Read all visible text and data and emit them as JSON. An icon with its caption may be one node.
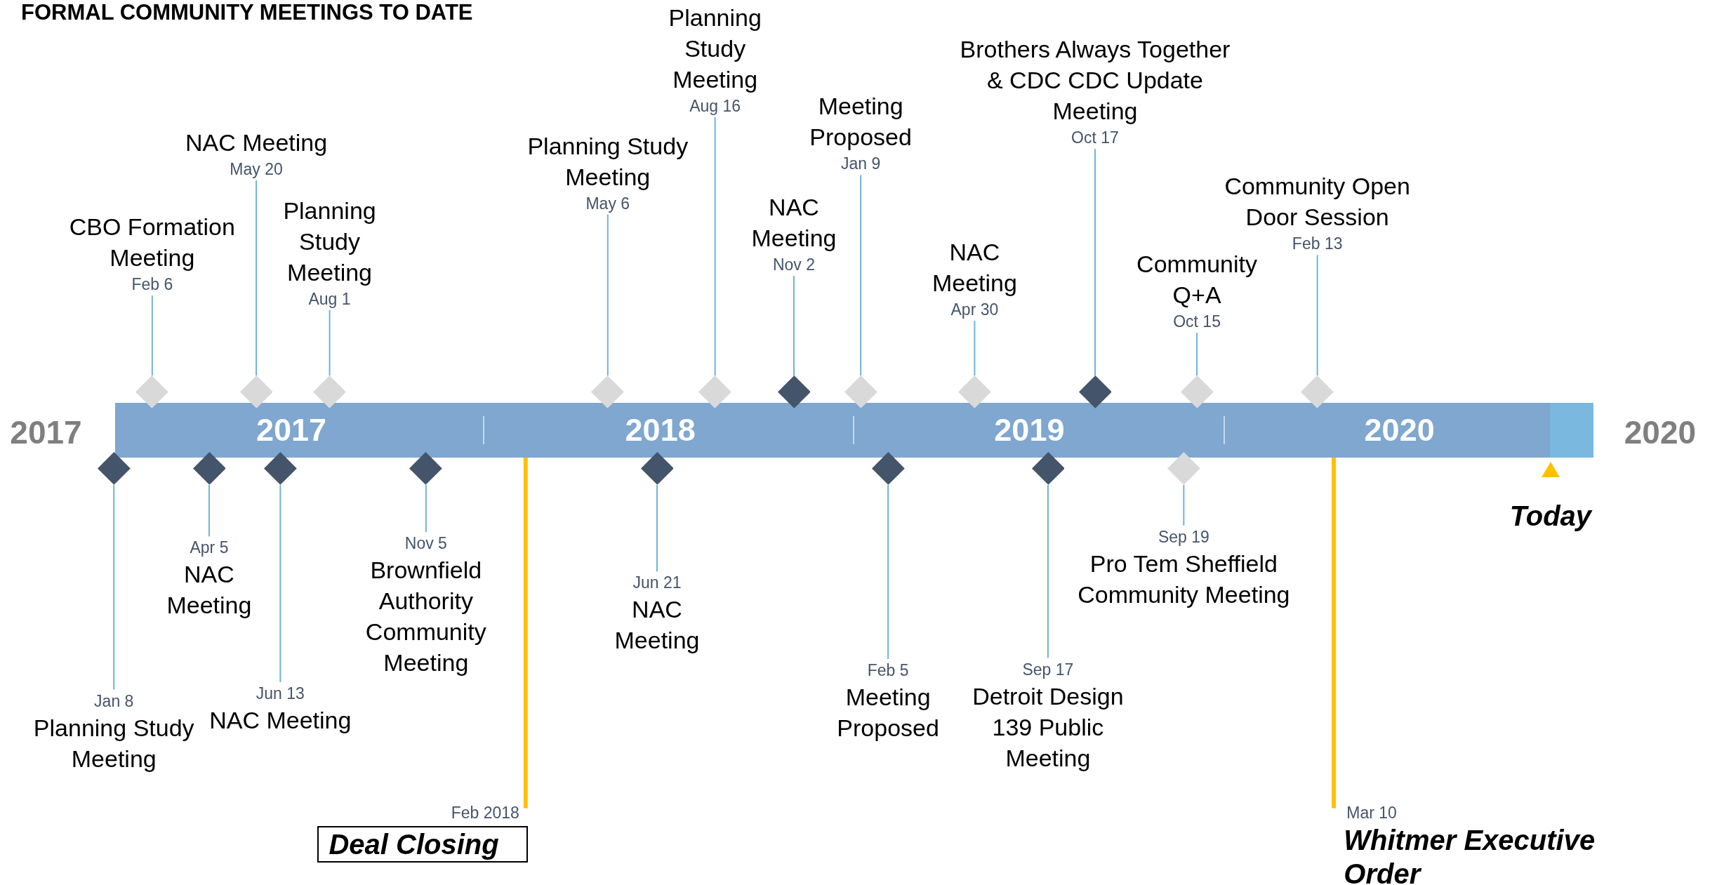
{
  "diagram": {
    "title": "FORMAL COMMUNITY MEETINGS TO DATE",
    "nodes": [
      {
        "text": [
          "2017",
          "2018",
          "2019",
          "2020"
        ]
      },
      {
        "text": [
          "CBO Formation Meeting",
          "Feb 6"
        ]
      },
      {
        "text": [
          "NAC Meeting",
          "May 20"
        ]
      },
      {
        "text": [
          "Planning Study Meeting",
          "Aug 1"
        ]
      },
      {
        "text": [
          "Planning Study Meeting",
          "May 6"
        ]
      },
      {
        "text": [
          "Planning Study Meeting",
          "Aug 16"
        ]
      },
      {
        "text": [
          "NAC Meeting",
          "Nov 2"
        ]
      },
      {
        "text": [
          "Meeting Proposed",
          "Jan 9"
        ]
      },
      {
        "text": [
          "NAC Meeting",
          "Apr 30"
        ]
      },
      {
        "text": [
          "Brothers Always Together & CDC CDC Update Meeting",
          "Oct 17"
        ]
      },
      {
        "text": [
          "Community Q+A",
          "Oct 15"
        ]
      },
      {
        "text": [
          "Community Open Door Session",
          "Feb 13"
        ]
      },
      {
        "text": [
          "Jan 8",
          "Planning Study Meeting"
        ]
      },
      {
        "text": [
          "Apr 5",
          "NAC Meeting"
        ]
      },
      {
        "text": [
          "Jun 13",
          "NAC Meeting"
        ]
      },
      {
        "text": [
          "Nov 5",
          "Brownfield Authority Community Meeting"
        ]
      },
      {
        "text": [
          "Jun 21",
          "NAC Meeting"
        ]
      },
      {
        "text": [
          "Feb 5",
          "Meeting Proposed"
        ]
      },
      {
        "text": [
          "Sep 17",
          "Detroit Design 139 Public Meeting"
        ]
      },
      {
        "text": [
          "Sep 19",
          "Pro Tem Sheffield Community Meeting"
        ]
      },
      {
        "text": [],
        "shape": "diamond"
      },
      {
        "text": [],
        "shape": "diamond"
      },
      {
        "text": [],
        "shape": "diamond"
      },
      {
        "text": [],
        "shape": "diamond"
      },
      {
        "text": [],
        "shape": "diamond"
      },
      {
        "text": [],
        "shape": "diamond"
      },
      {
        "text": [],
        "shape": "diamond"
      },
      {
        "text": [],
        "shape": "diamond"
      },
      {
        "text": [],
        "shape": "diamond"
      },
      {
        "text": [],
        "shape": "diamond"
      },
      {
        "text": [],
        "shape": "diamond"
      },
      {
        "text": [],
        "shape": "diamond"
      },
      {
        "text": [],
        "shape": "diamond"
      },
      {
        "text": [],
        "shape": "diamond"
      },
      {
        "text": [],
        "shape": "diamond"
      },
      {
        "text": [],
        "shape": "diamond"
      },
      {
        "text": [],
        "shape": "diamond"
      },
      {
        "text": [],
        "shape": "diamond"
      },
      {
        "text": [],
        "shape": "diamond"
      },
      {
        "text": [
          "Feb 2018",
          "Deal Closing"
        ]
      },
      {
        "text": [
          "Mar 10",
          "Whitmer Executive Order"
        ]
      }
    ],
    "edges": [
      {
        "from": 1,
        "to": 20,
        "arrow": "none"
      },
      {
        "from": 2,
        "to": 21,
        "arrow": "none"
      },
      {
        "from": 3,
        "to": 22,
        "arrow": "none"
      },
      {
        "from": 4,
        "to": 23,
        "arrow": "none"
      },
      {
        "from": 5,
        "to": 24,
        "arrow": "none"
      },
      {
        "from": 6,
        "to": 25,
        "arrow": "none"
      },
      {
        "from": 7,
        "to": 26,
        "arrow": "none"
      },
      {
        "from": 8,
        "to": 27,
        "arrow": "none"
      },
      {
        "from": 9,
        "to": 28,
        "arrow": "none"
      },
      {
        "from": 10,
        "to": 29,
        "arrow": "none"
      },
      {
        "from": 11,
        "to": 30,
        "arrow": "none"
      },
      {
        "from": 12,
        "to": 31,
        "arrow": "none"
      },
      {
        "from": 13,
        "to": 32,
        "arrow": "none"
      },
      {
        "from": 14,
        "to": 33,
        "arrow": "none"
      },
      {
        "from": 15,
        "to": 34,
        "arrow": "none"
      },
      {
        "from": 16,
        "to": 35,
        "arrow": "none"
      },
      {
        "from": 17,
        "to": 36,
        "arrow": "none"
      },
      {
        "from": 18,
        "to": 37,
        "arrow": "none"
      },
      {
        "from": 19,
        "to": 38,
        "arrow": "none"
      },
      {
        "from": 0,
        "to": 39,
        "arrow": "none",
        "style": "thick",
        "color": "#ffc000"
      },
      {
        "from": 0,
        "to": 40,
        "arrow": "none",
        "style": "thick",
        "color": "#ffc000"
      }
    ],
    "labels": [
      "2017",
      "2020",
      "Today"
    ]
  }
}
